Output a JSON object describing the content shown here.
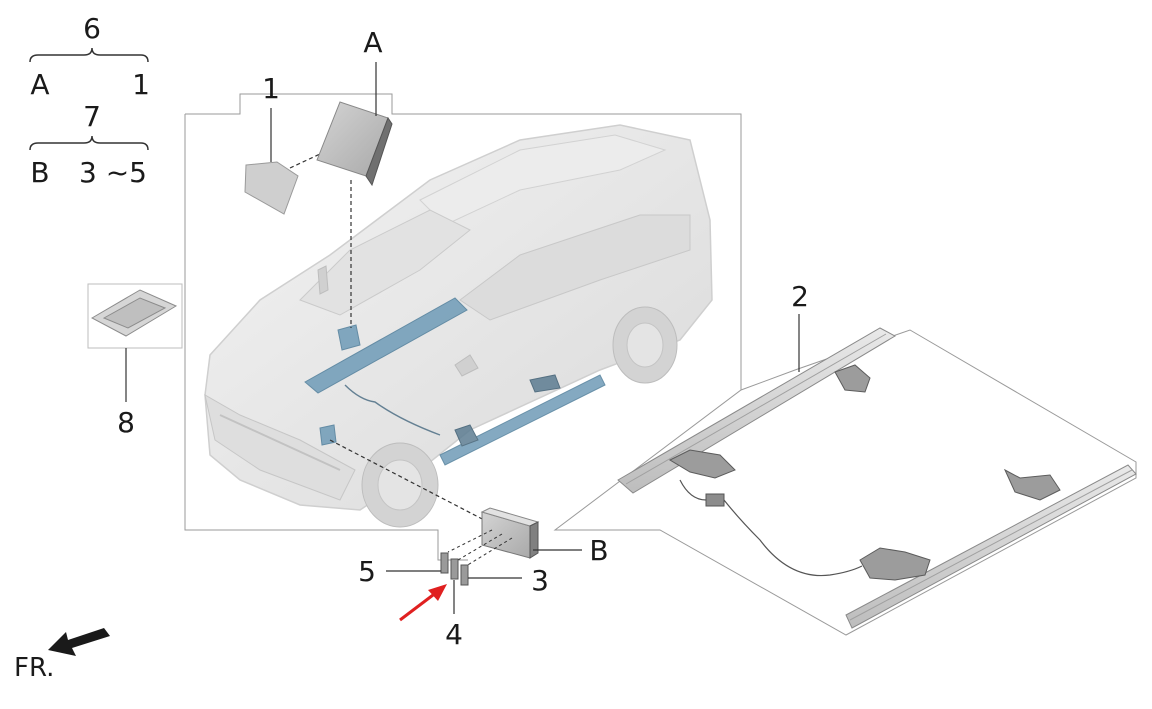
{
  "legend": {
    "group1": {
      "total": "6",
      "left": "A",
      "right": "1"
    },
    "group2": {
      "total": "7",
      "left": "B",
      "right": "3 ~5"
    }
  },
  "callouts": {
    "c1": "1",
    "cA": "A",
    "c2": "2",
    "c8": "8",
    "cB": "B",
    "c5": "5",
    "c3": "3",
    "c4": "4"
  },
  "direction": "FR.",
  "colors": {
    "highlight_blue": "#6f9bb7",
    "car_body": "#e6e6e6",
    "line": "#333333",
    "arrow_red": "#e02020"
  },
  "icons": {
    "direction": "front-arrow-icon",
    "pointer": "red-pointer-arrow-icon"
  }
}
